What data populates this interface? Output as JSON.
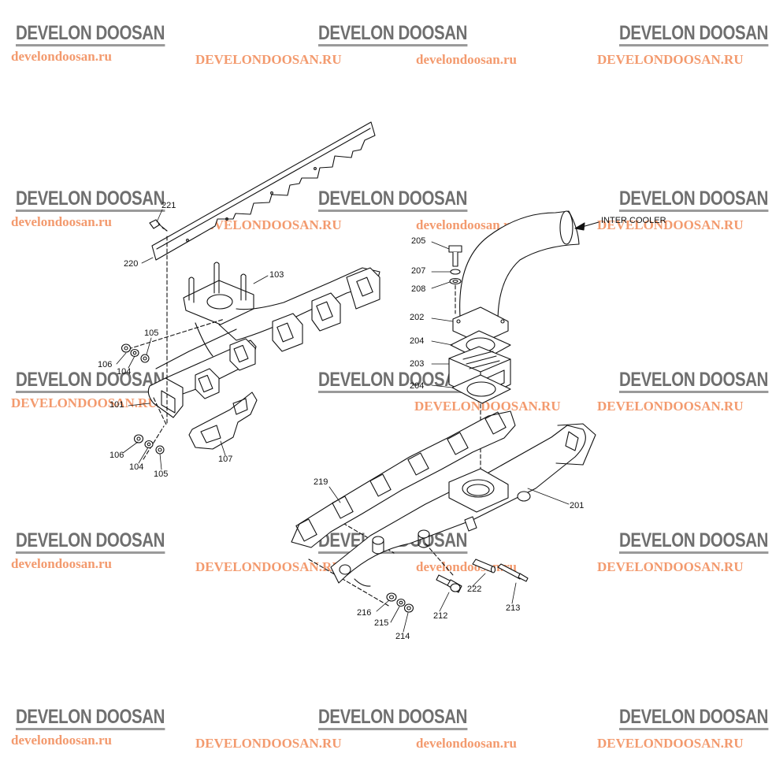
{
  "watermark": {
    "brand": "DEVELON DOOSAN",
    "url_lower": "develondoosan.ru",
    "url_upper": "DEVELONDOOSAN.RU",
    "brand_color": "#f08a5d",
    "text_color": "#6f6f6f"
  },
  "diagram": {
    "inter_cooler_label": "INTER COOLER",
    "callouts": {
      "p221": "221",
      "p220": "220",
      "p103": "103",
      "p105a": "105",
      "p106a": "106",
      "p104a": "104",
      "p101": "101",
      "p106b": "106",
      "p104b": "104",
      "p105b": "105",
      "p107": "107",
      "p205": "205",
      "p207": "207",
      "p208": "208",
      "p202": "202",
      "p204a": "204",
      "p203": "203",
      "p204b": "204",
      "p201": "201",
      "p219": "219",
      "p222": "222",
      "p213": "213",
      "p212": "212",
      "p216": "216",
      "p215": "215",
      "p214": "214"
    }
  }
}
